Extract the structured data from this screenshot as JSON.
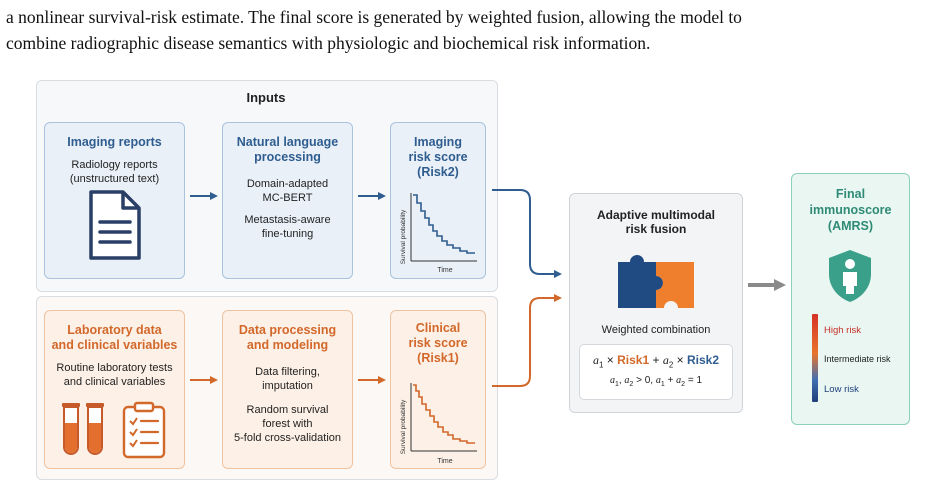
{
  "caption": {
    "line1": "a nonlinear survival-risk estimate. The final score is generated by weighted fusion, allowing the model to",
    "line2": "combine radiographic disease semantics with physiologic and biochemical risk information."
  },
  "inputs_title": "Inputs",
  "imaging": {
    "title": "Imaging reports",
    "desc1": "Radiology reports",
    "desc2": "(unstructured text)"
  },
  "nlp": {
    "title1": "Natural language",
    "title2": "processing",
    "desc1": "Domain-adapted",
    "desc2": "MC-BERT",
    "desc3": "Metastasis-aware",
    "desc4": "fine-tuning"
  },
  "imaging_score": {
    "title1": "Imaging",
    "title2": "risk score",
    "title3": "(Risk2)",
    "ylabel": "Survival probability",
    "xlabel": "Time"
  },
  "lab": {
    "title1": "Laboratory data",
    "title2": "and clinical variables",
    "desc1": "Routine laboratory tests",
    "desc2": "and clinical variables"
  },
  "processing": {
    "title1": "Data processing",
    "title2": "and modeling",
    "desc1": "Data filtering,",
    "desc2": "imputation",
    "desc3": "Random survival",
    "desc4": "forest with",
    "desc5": "5-fold cross-validation"
  },
  "clinical_score": {
    "title1": "Clinical",
    "title2": "risk score",
    "title3": "(Risk1)",
    "ylabel": "Survival probability",
    "xlabel": "Time"
  },
  "fusion": {
    "title1": "Adaptive multimodal",
    "title2": "risk fusion",
    "weighted": "Weighted combination",
    "f_a1": "a",
    "f_s1": "1",
    "f_x1": " × ",
    "f_risk1": "Risk1",
    "f_plus": " + ",
    "f_a2": "a",
    "f_s2": "2",
    "f_x2": " × ",
    "f_risk2": "Risk2",
    "c_a1": "a",
    "c_s1": "1",
    "c_comma": ", ",
    "c_a2": "a",
    "c_s2": "2",
    "c_gt": " > 0,  ",
    "c_a3": "a",
    "c_s3": "1",
    "c_plus": " + ",
    "c_a4": "a",
    "c_s4": "2",
    "c_eq": " = 1"
  },
  "final": {
    "title1": "Final",
    "title2": "immunoscore",
    "title3": "(AMRS)",
    "high": "High risk",
    "mid": "Intermediate risk",
    "low": "Low risk"
  },
  "colors": {
    "blue": "#2f5d8f",
    "orange": "#d2682a",
    "teal": "#3aa08a",
    "gray_arrow": "#8a8a8a"
  }
}
